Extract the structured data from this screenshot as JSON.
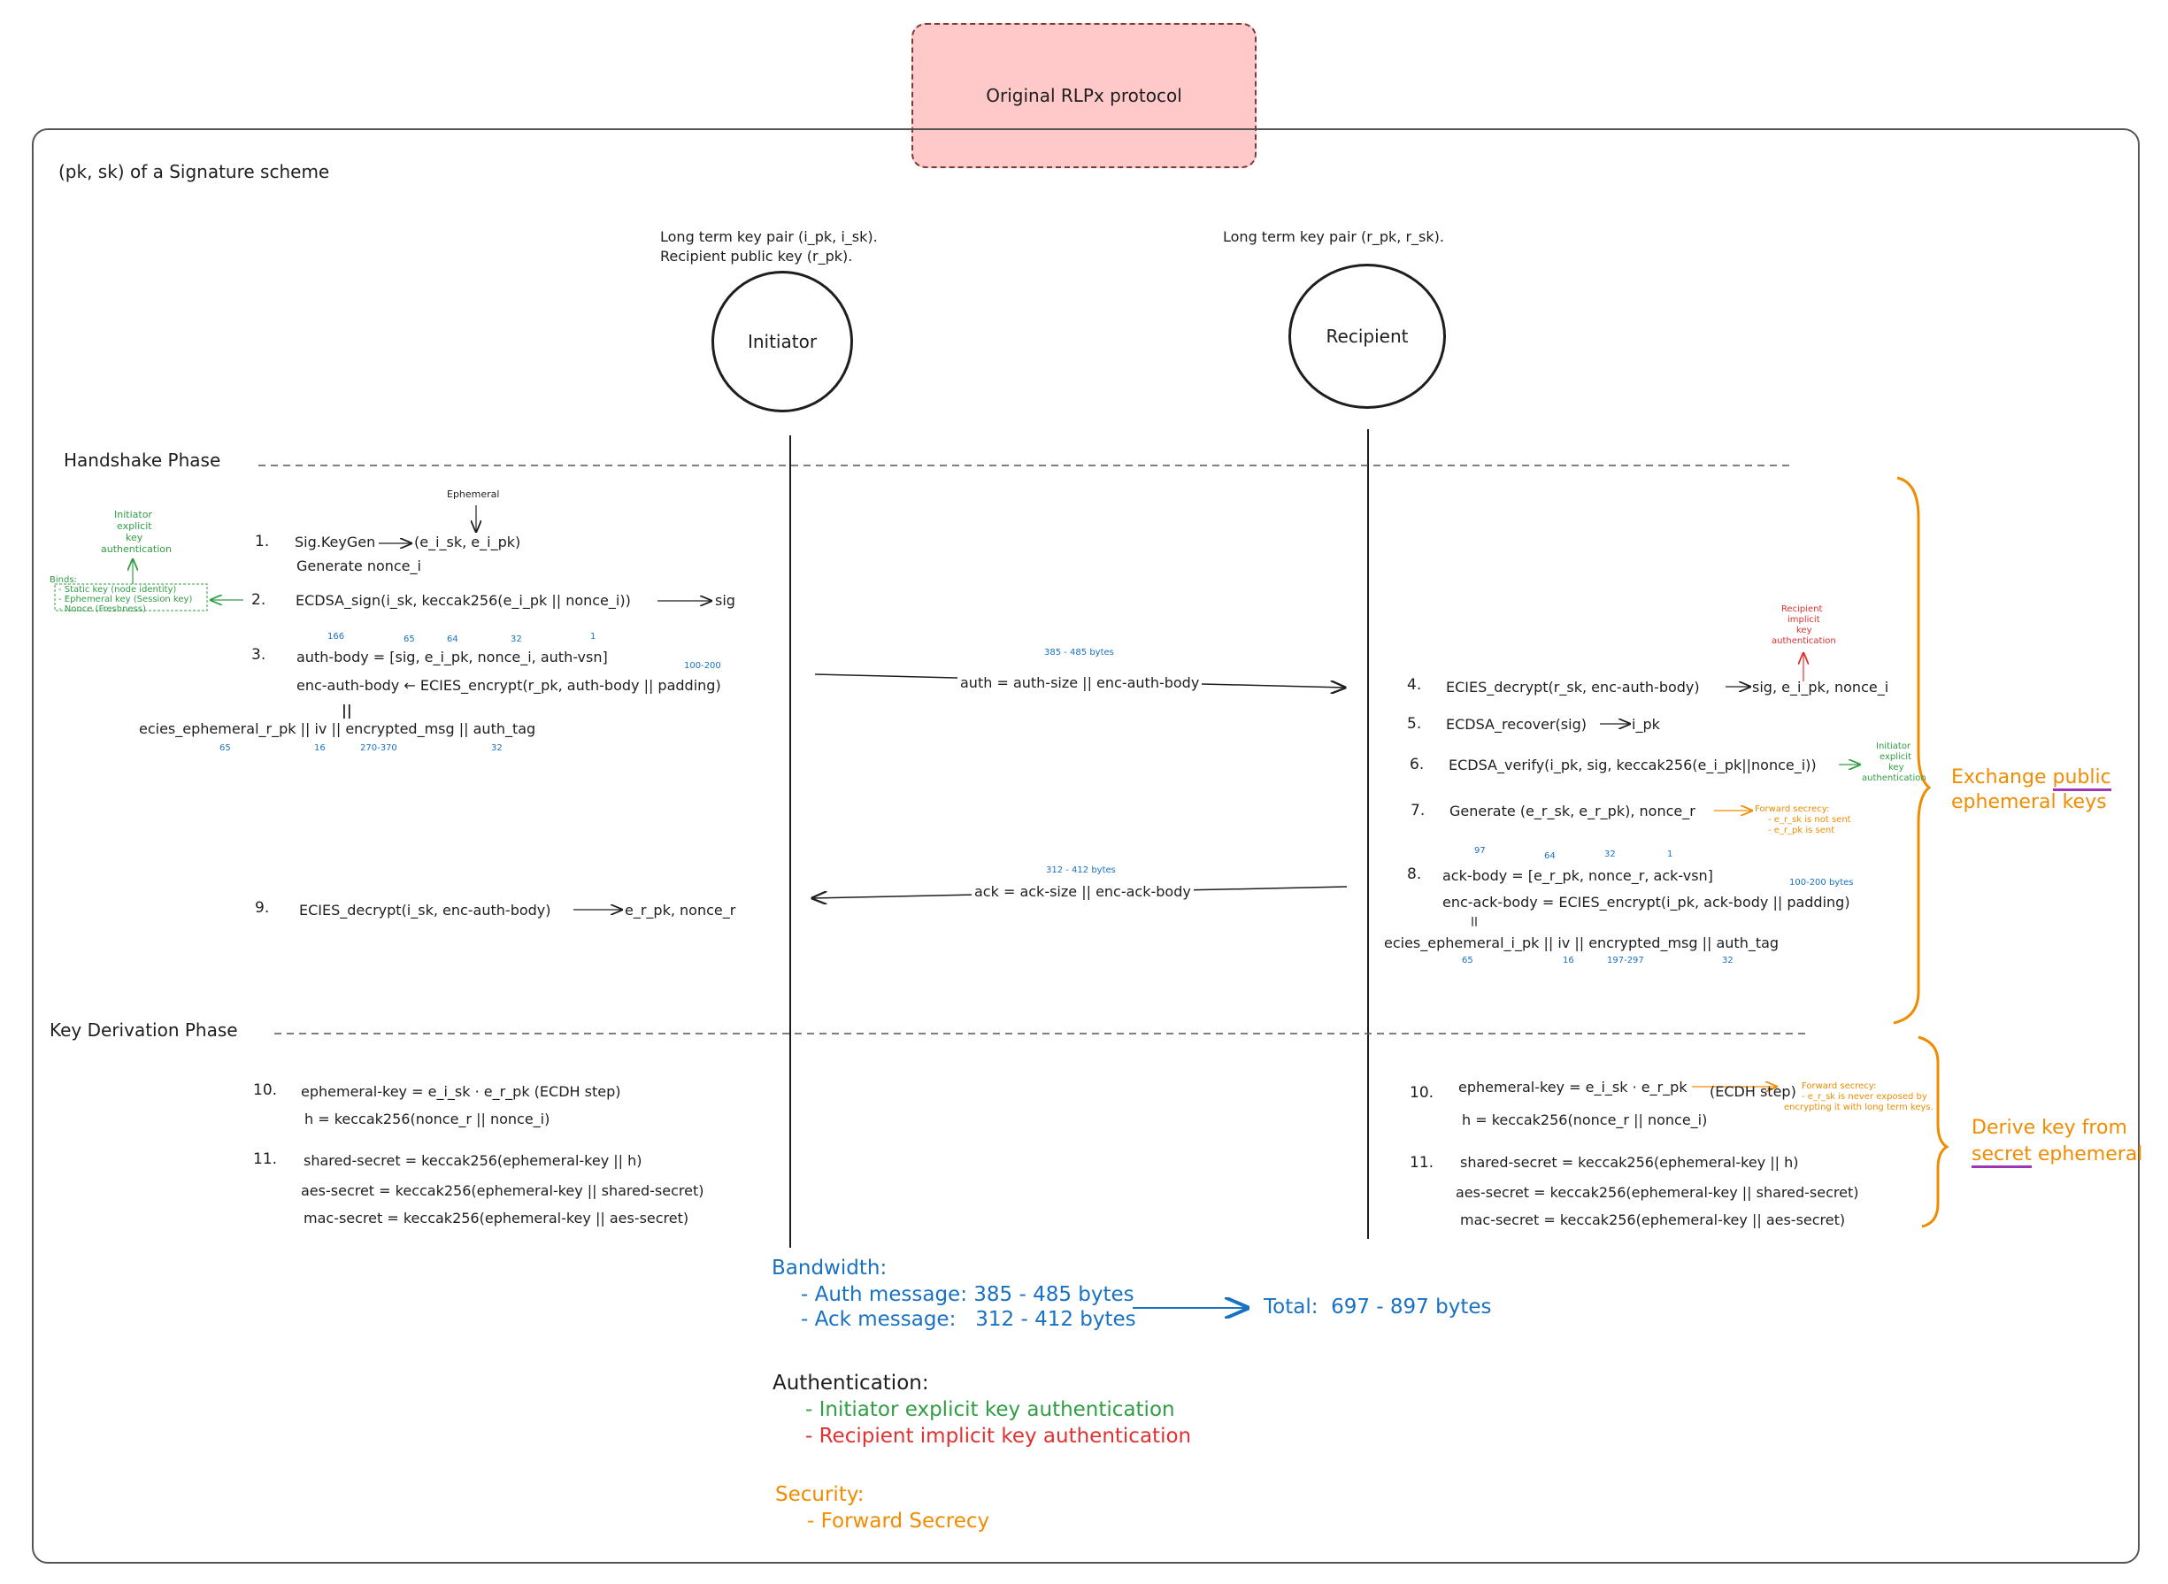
{
  "title": "Original RLPx protocol",
  "frame_label": "(pk, sk) of a Signature scheme",
  "initiator": {
    "label": "Initiator",
    "note_line1": "Long term key pair (i_pk, i_sk).",
    "note_line2": "Recipient public key (r_pk)."
  },
  "recipient": {
    "label": "Recipient",
    "note_line1": "Long term key pair (r_pk, r_sk)."
  },
  "phases": {
    "handshake": "Handshake Phase",
    "key_derivation": "Key Derivation Phase"
  },
  "initiator_steps": {
    "ephemeral_label": "Ephemeral",
    "s1_num": "1.",
    "s1_a": "Sig.KeyGen",
    "s1_b": "(e_i_sk, e_i_pk)",
    "s1_c": "Generate nonce_i",
    "s2_num": "2.",
    "s2_a": "ECDSA_sign(i_sk, keccak256(e_i_pk || nonce_i))",
    "s2_b": "sig",
    "s3_num": "3.",
    "s3_a": "auth-body = [sig, e_i_pk, nonce_i, auth-vsn]",
    "s3_b": "enc-auth-body ← ECIES_encrypt(r_pk, auth-body || padding)",
    "s3_eq": "||",
    "s3_c": "ecies_ephemeral_r_pk || iv || encrypted_msg || auth_tag",
    "s3_sz": [
      "166",
      "65",
      "64",
      "32",
      "1"
    ],
    "s3_pad": "100-200",
    "s3_csz": [
      "65",
      "16",
      "270-370",
      "32"
    ],
    "s9_num": "9.",
    "s9_a": "ECIES_decrypt(i_sk, enc-auth-body)",
    "s9_b": "e_r_pk, nonce_r"
  },
  "binds_note": {
    "title": "Binds:",
    "l1": "- Static key (node identity)",
    "l2": "- Ephemeral key (Session key)",
    "l3": "- Nonce (Freshness)",
    "auth1": "Initiator",
    "auth2": "explicit",
    "auth3": "key",
    "auth4": "authentication"
  },
  "messages": {
    "auth_size": "385 - 485 bytes",
    "auth": "auth = auth-size || enc-auth-body",
    "ack_size": "312 - 412 bytes",
    "ack": "ack = ack-size || enc-ack-body"
  },
  "recipient_steps": {
    "s4_num": "4.",
    "s4_a": "ECIES_decrypt(r_sk, enc-auth-body)",
    "s4_b": "sig, e_i_pk, nonce_i",
    "s5_num": "5.",
    "s5_a": "ECDSA_recover(sig)",
    "s5_b": "i_pk",
    "s6_num": "6.",
    "s6_a": "ECDSA_verify(i_pk, sig, keccak256(e_i_pk||nonce_i))",
    "s7_num": "7.",
    "s7_a": "Generate (e_r_sk, e_r_pk), nonce_r",
    "s8_num": "8.",
    "s8_a": "ack-body = [e_r_pk, nonce_r, ack-vsn]",
    "s8_b": "enc-ack-body = ECIES_encrypt(i_pk, ack-body || padding)",
    "s8_eq": "||",
    "s8_c": "ecies_ephemeral_i_pk || iv || encrypted_msg || auth_tag",
    "s8_sz": [
      "97",
      "64",
      "32",
      "1"
    ],
    "s8_pad": "100-200 bytes",
    "s8_csz": [
      "65",
      "16",
      "197-297",
      "32"
    ]
  },
  "recipient_notes": {
    "implicit": [
      "Recipient",
      "implicit",
      "key",
      "authentication"
    ],
    "explicit": [
      "Initiator",
      "explicit",
      "key",
      "authentication"
    ],
    "fs_title": "Forward secrecy:",
    "fs_l1": "- e_r_sk is not sent",
    "fs_l2": "- e_r_pk is sent"
  },
  "kd_initiator": {
    "s10_num": "10.",
    "s10_a": "ephemeral-key = e_i_sk · e_r_pk    (ECDH step)",
    "s10_b": "h = keccak256(nonce_r || nonce_i)",
    "s11_num": "11.",
    "s11_a": "shared-secret = keccak256(ephemeral-key || h)",
    "s11_b": "aes-secret = keccak256(ephemeral-key || shared-secret)",
    "s11_c": "mac-secret = keccak256(ephemeral-key || aes-secret)"
  },
  "kd_recipient": {
    "s10_num": "10.",
    "s10_a": "ephemeral-key = e_i_sk · e_r_pk",
    "s10_ecdh": "(ECDH step)",
    "s10_b": "h = keccak256(nonce_r || nonce_i)",
    "s11_num": "11.",
    "s11_a": "shared-secret = keccak256(ephemeral-key || h)",
    "s11_b": "aes-secret = keccak256(ephemeral-key || shared-secret)",
    "s11_c": "mac-secret = keccak256(ephemeral-key || aes-secret)",
    "fs_title": "Forward secrecy:",
    "fs_l1": "- e_r_sk is never exposed by",
    "fs_l2": "encrypting it with long term keys."
  },
  "braces": {
    "exchange_a": "Exchange",
    "exchange_b": "public",
    "exchange_c": "ephemeral keys",
    "derive_a": "Derive key from",
    "derive_b": "secret",
    "derive_c": "ephemeral"
  },
  "summary": {
    "bandwidth_title": "Bandwidth:",
    "bw_auth": "- Auth message: 385 - 485 bytes",
    "bw_ack": "- Ack message:   312 - 412 bytes",
    "total": "Total:  697 - 897 bytes",
    "auth_title": "Authentication:",
    "auth_init": "- Initiator explicit key authentication",
    "auth_recip": "- Recipient implicit key authentication",
    "sec_title": "Security:",
    "sec_fs": "- Forward Secrecy"
  },
  "colors": {
    "blue": "#1971c2",
    "green": "#2f9e44",
    "red": "#e03131",
    "orange": "#f08c00",
    "purple": "#9c36b5",
    "title_fill": "#ffc9c9"
  }
}
